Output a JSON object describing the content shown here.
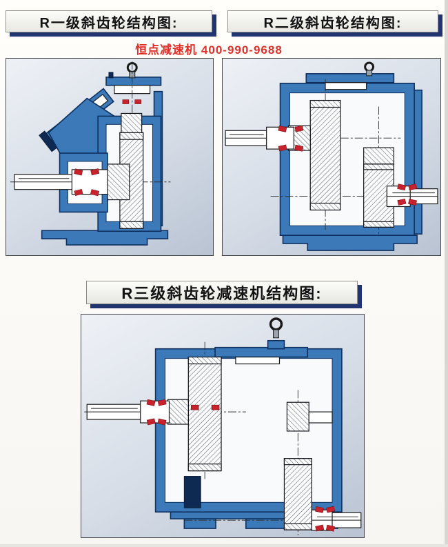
{
  "sections": [
    {
      "title": "R一级斜齿轮结构图:",
      "diagram": "single-stage-helical-gearbox-cross-section"
    },
    {
      "title": "R二级斜齿轮结构图:",
      "diagram": "two-stage-helical-gearbox-cross-section"
    },
    {
      "title": "R三级斜齿轮减速机结构图:",
      "diagram": "three-stage-helical-gearbox-cross-section"
    }
  ],
  "watermark": {
    "brand": "恒点减速机",
    "phone": "400-990-9688"
  },
  "colors": {
    "housing_blue": "#3b79b8",
    "housing_outline_navy": "#0e2f5e",
    "bearing_red": "#c8232c",
    "title_shadow_navy": "#22346f",
    "watermark_red": "#e03028",
    "panel_background_top": "#eef1f6",
    "panel_background_bottom": "#b9c3d3"
  },
  "icons": {
    "eye_bolt": "lifting-eye-bolt",
    "bearing_mark": "red-bearing-section-mark"
  }
}
